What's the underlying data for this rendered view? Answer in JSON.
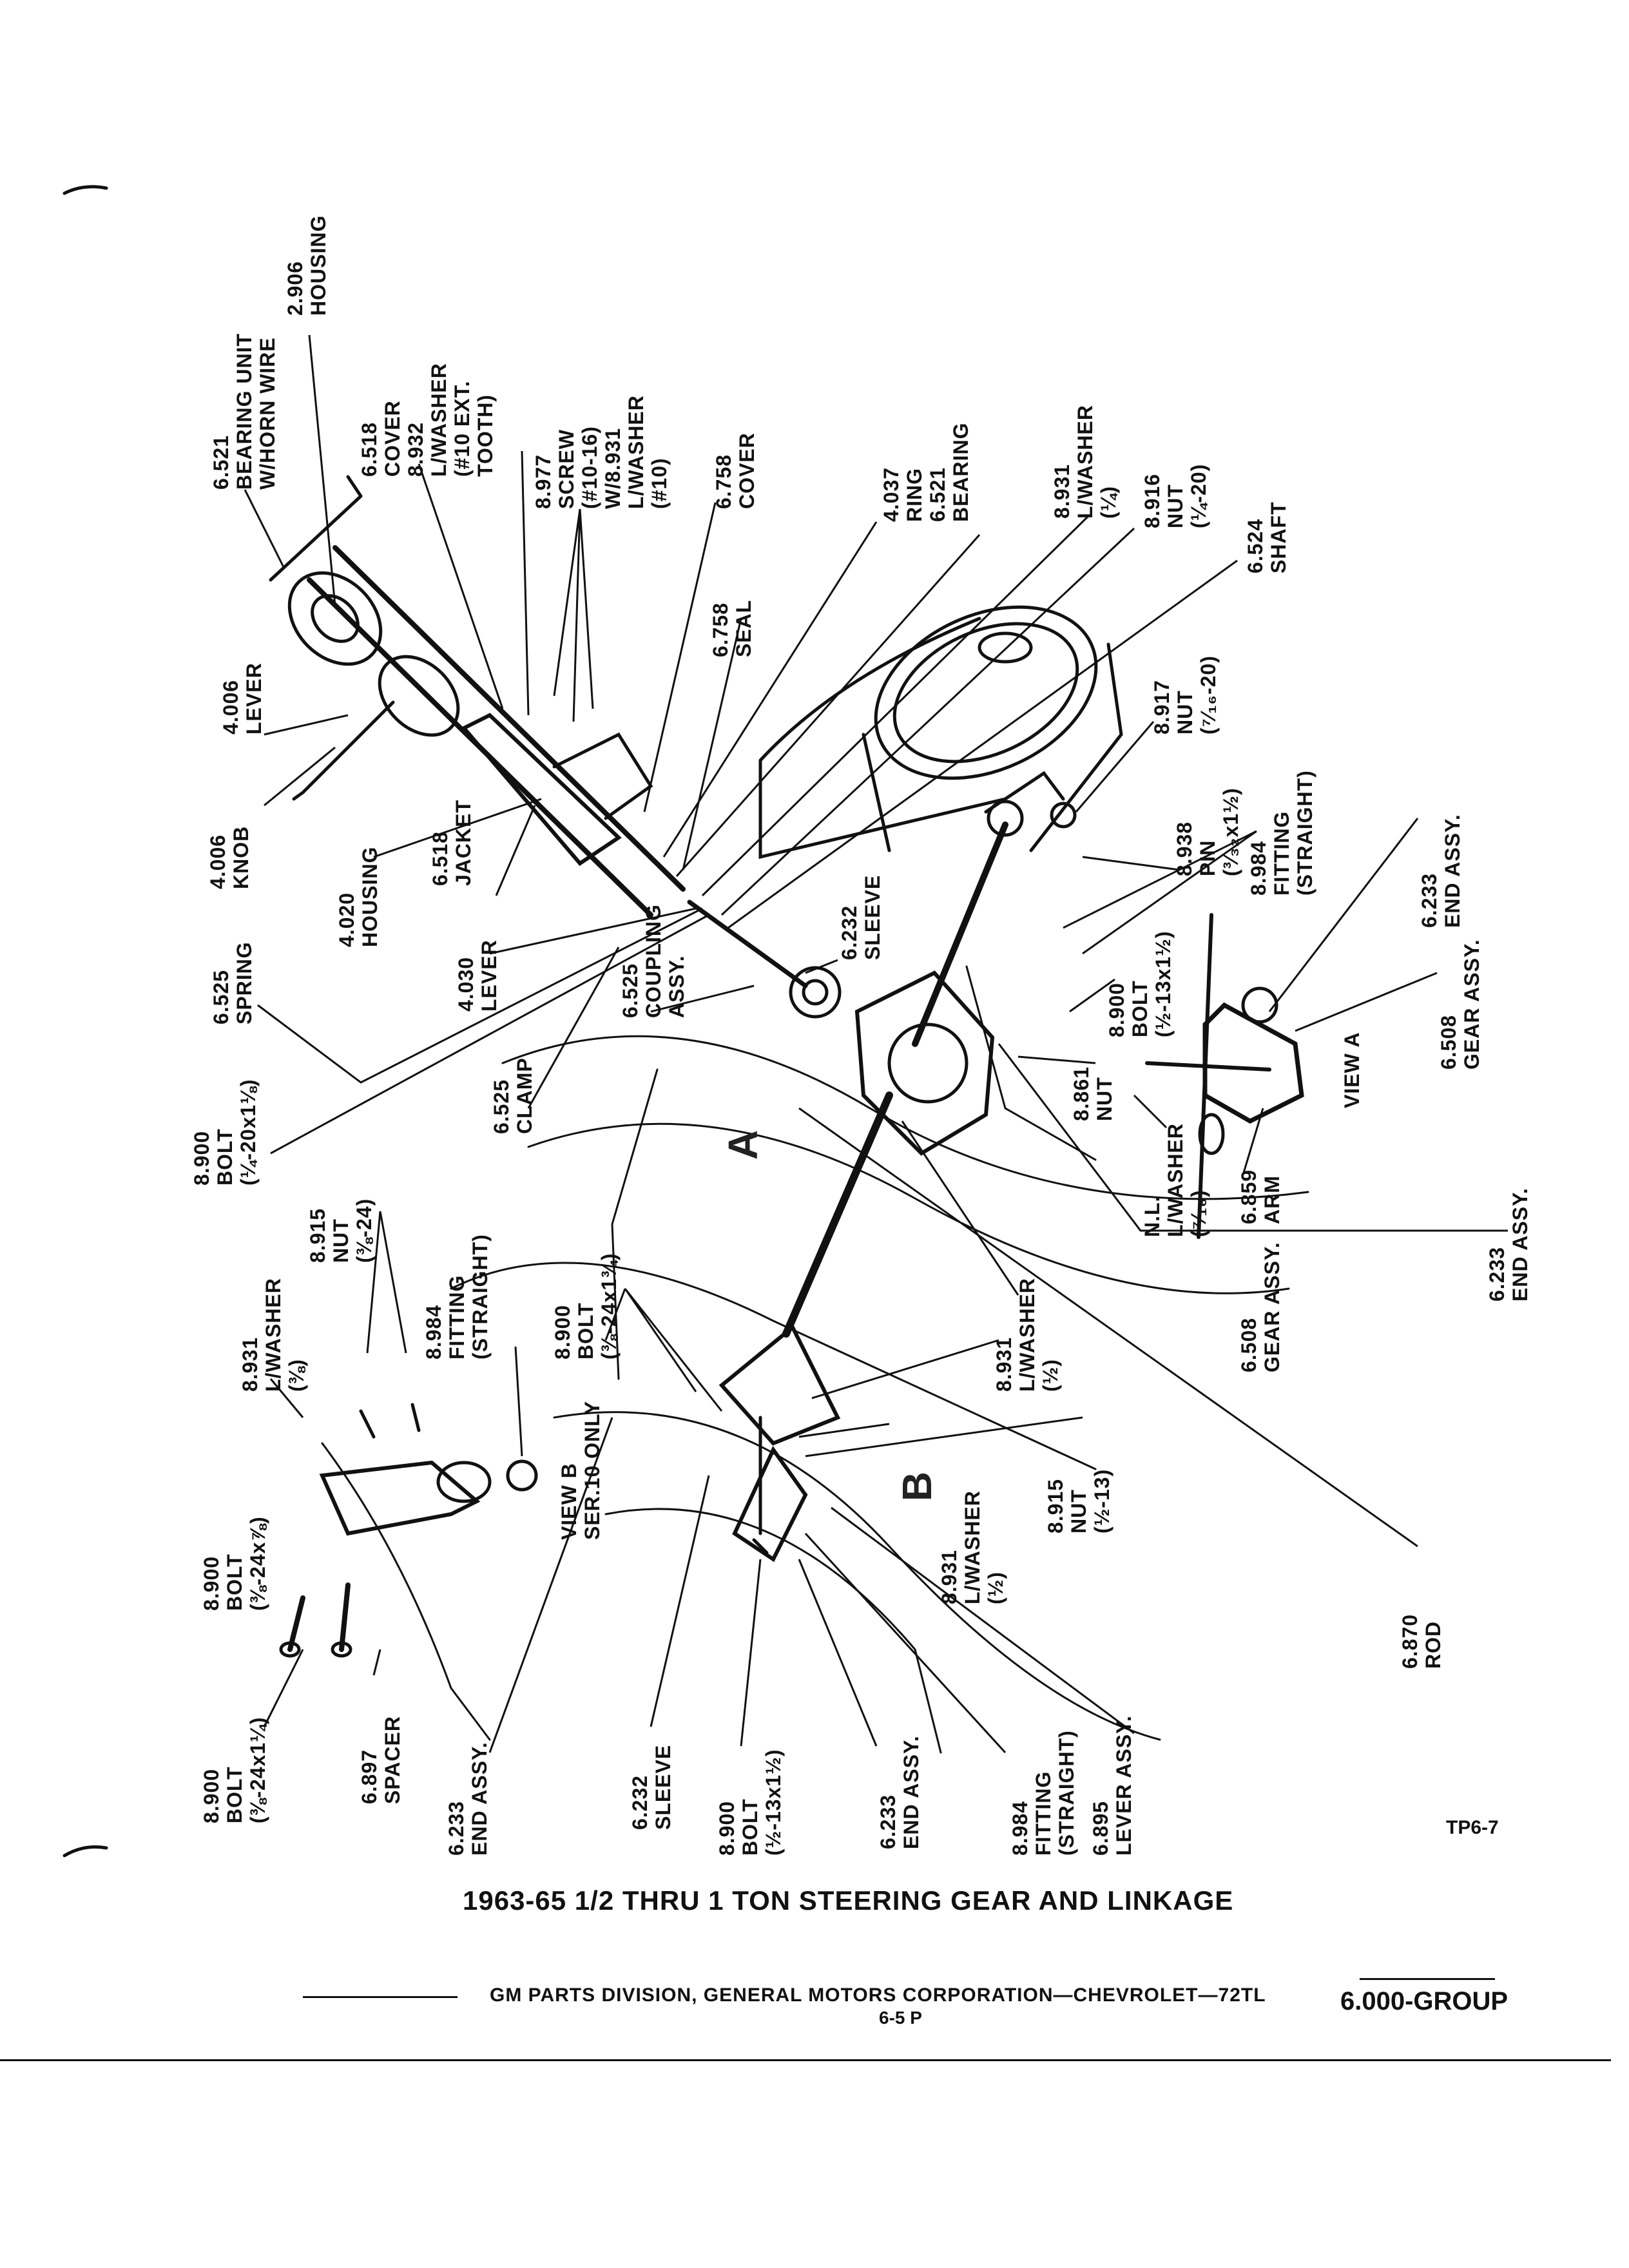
{
  "caption": "1963-65 1/2 THRU 1 TON STEERING GEAR AND LINKAGE",
  "footer": {
    "line": "GM PARTS DIVISION, GENERAL MOTORS CORPORATION—CHEVROLET—72TL",
    "page": "6-5 P",
    "group": "6.000-GROUP"
  },
  "tp_code": "TP6-7",
  "view_marks": {
    "a": "A",
    "b": "B"
  },
  "labels": [
    {
      "id": "2906",
      "lines": [
        "2.906",
        "HOUSING"
      ]
    },
    {
      "id": "6521a",
      "lines": [
        "6.521",
        "BEARING UNIT",
        "W/HORN WIRE"
      ]
    },
    {
      "id": "6518cover",
      "lines": [
        "6.518",
        "COVER",
        "8.932",
        "L/WASHER",
        "(#10 EXT.",
        "TOOTH)"
      ]
    },
    {
      "id": "8977",
      "lines": [
        "8.977",
        "SCREW",
        "(#10-16)",
        "W/8.931",
        "L/WASHER",
        "(#10)"
      ]
    },
    {
      "id": "6758cover",
      "lines": [
        "6.758",
        "COVER"
      ]
    },
    {
      "id": "4037",
      "lines": [
        "4.037",
        "RING",
        "6.521",
        "BEARING"
      ]
    },
    {
      "id": "8931q",
      "lines": [
        "8.931",
        "L/WASHER",
        "(¼)"
      ]
    },
    {
      "id": "8916",
      "lines": [
        "8.916",
        "NUT",
        "(¼-20)"
      ]
    },
    {
      "id": "6524",
      "lines": [
        "6.524",
        "SHAFT"
      ]
    },
    {
      "id": "4006lever",
      "lines": [
        "4.006",
        "LEVER"
      ]
    },
    {
      "id": "6758seal",
      "lines": [
        "6.758",
        "SEAL"
      ]
    },
    {
      "id": "8917",
      "lines": [
        "8.917",
        "NUT",
        "(⁷⁄₁₆-20)"
      ]
    },
    {
      "id": "4006knob",
      "lines": [
        "4.006",
        "KNOB"
      ]
    },
    {
      "id": "4020",
      "lines": [
        "4.020",
        "HOUSING"
      ]
    },
    {
      "id": "6518jacket",
      "lines": [
        "6.518",
        "JACKET"
      ]
    },
    {
      "id": "8938",
      "lines": [
        "8.938",
        "PIN",
        "(³⁄₃₂x1½)"
      ]
    },
    {
      "id": "8984a",
      "lines": [
        "8.984",
        "FITTING",
        "(STRAIGHT)"
      ]
    },
    {
      "id": "6233a",
      "lines": [
        "6.233",
        "END ASSY."
      ]
    },
    {
      "id": "6525spring",
      "lines": [
        "6.525",
        "SPRING"
      ]
    },
    {
      "id": "4030",
      "lines": [
        "4.030",
        "LEVER"
      ]
    },
    {
      "id": "6232a",
      "lines": [
        "6.232",
        "SLEEVE"
      ]
    },
    {
      "id": "8900a",
      "lines": [
        "8.900",
        "BOLT",
        "(½-13x1½)"
      ]
    },
    {
      "id": "6525coupling",
      "lines": [
        "6.525",
        "COUPLING",
        "ASSY."
      ]
    },
    {
      "id": "6508a",
      "lines": [
        "6.508",
        "GEAR ASSY."
      ]
    },
    {
      "id": "viewA",
      "lines": [
        "VIEW A"
      ]
    },
    {
      "id": "8861",
      "lines": [
        "8.861",
        "NUT"
      ]
    },
    {
      "id": "8900b",
      "lines": [
        "8.900",
        "BOLT",
        "(¼-20x1⅛)"
      ]
    },
    {
      "id": "6525clamp",
      "lines": [
        "6.525",
        "CLAMP"
      ]
    },
    {
      "id": "nlwasher",
      "lines": [
        "N.L.",
        "L/WASHER",
        "(⁷⁄₁₆)"
      ]
    },
    {
      "id": "6859",
      "lines": [
        "6.859",
        "ARM"
      ]
    },
    {
      "id": "8915a",
      "lines": [
        "8.915",
        "NUT",
        "(⅜-24)"
      ]
    },
    {
      "id": "8900c",
      "lines": [
        "8.900",
        "BOLT",
        "(⅜-24x1¾)"
      ]
    },
    {
      "id": "6233b",
      "lines": [
        "6.233",
        "END ASSY."
      ]
    },
    {
      "id": "8931a",
      "lines": [
        "8.931",
        "L/WASHER",
        "(⅜)"
      ]
    },
    {
      "id": "8984b",
      "lines": [
        "8.984",
        "FITTING",
        "(STRAIGHT)"
      ]
    },
    {
      "id": "8931b",
      "lines": [
        "8.931",
        "L/WASHER",
        "(½)"
      ]
    },
    {
      "id": "6508b",
      "lines": [
        "6.508",
        "GEAR ASSY."
      ]
    },
    {
      "id": "viewB",
      "lines": [
        "VIEW B",
        "SER.10 ONLY"
      ]
    },
    {
      "id": "8915b",
      "lines": [
        "8.915",
        "NUT",
        "(½-13)"
      ]
    },
    {
      "id": "8900d",
      "lines": [
        "8.900",
        "BOLT",
        "(⅜-24x⅞)"
      ]
    },
    {
      "id": "8931c",
      "lines": [
        "8.931",
        "L/WASHER",
        "(½)"
      ]
    },
    {
      "id": "6870",
      "lines": [
        "6.870",
        "ROD"
      ]
    },
    {
      "id": "8900e",
      "lines": [
        "8.900",
        "BOLT",
        "(⅜-24x1¼)"
      ]
    },
    {
      "id": "6897",
      "lines": [
        "6.897",
        "SPACER"
      ]
    },
    {
      "id": "6233c",
      "lines": [
        "6.233",
        "END ASSY."
      ]
    },
    {
      "id": "6232b",
      "lines": [
        "6.232",
        "SLEEVE"
      ]
    },
    {
      "id": "8900f",
      "lines": [
        "8.900",
        "BOLT",
        "(½-13x1½)"
      ]
    },
    {
      "id": "6233d",
      "lines": [
        "6.233",
        "END ASSY."
      ]
    },
    {
      "id": "8984c",
      "lines": [
        "8.984",
        "FITTING",
        "(STRAIGHT)"
      ]
    },
    {
      "id": "6895",
      "lines": [
        "6.895",
        "LEVER ASSY."
      ]
    }
  ]
}
